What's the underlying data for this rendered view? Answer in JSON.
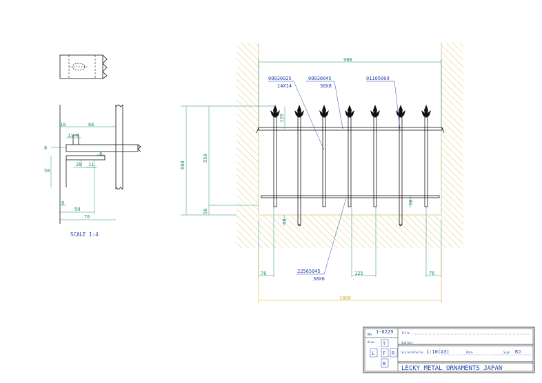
{
  "detail": {
    "dims": [
      "10",
      "66",
      "11.8",
      "8",
      "50",
      "28",
      "11",
      "8",
      "8",
      "50",
      "76"
    ],
    "scale": "SCALE 1:4"
  },
  "main": {
    "top_width": "980",
    "overall_width": "1000",
    "height_total": "600",
    "height_inner": "550",
    "bottom_gap": "50",
    "spike_height": "120",
    "rail_offset": "60",
    "embed": "50",
    "left_end": "76",
    "spacing": "125",
    "right_end": "76",
    "parts": [
      {
        "code": "00030025",
        "size": "14X14"
      },
      {
        "code": "00030045",
        "size": "30X8"
      },
      {
        "code": "01105000",
        "size": ""
      },
      {
        "code": "22565045",
        "size": "30X8"
      }
    ]
  },
  "title_block": {
    "no_label": "No",
    "number": "1-0229",
    "title_label": "Title",
    "view_label": "View",
    "subject_label": "Subject",
    "views": [
      "T",
      "L",
      "F",
      "R",
      "B"
    ],
    "scale_label": "Scale/Echelle",
    "scale_value": "1:10(A3)",
    "date_label": "Date",
    "sign_label": "Sign",
    "sign_value": "RJ",
    "company": "LECKY METAL ORNAMENTS JAPAN"
  },
  "colors": {
    "line": "#111111",
    "dim": "#1e8a78",
    "label": "#2244aa",
    "hatch": "#d9c76a",
    "dim_overall": "#d8b020"
  }
}
